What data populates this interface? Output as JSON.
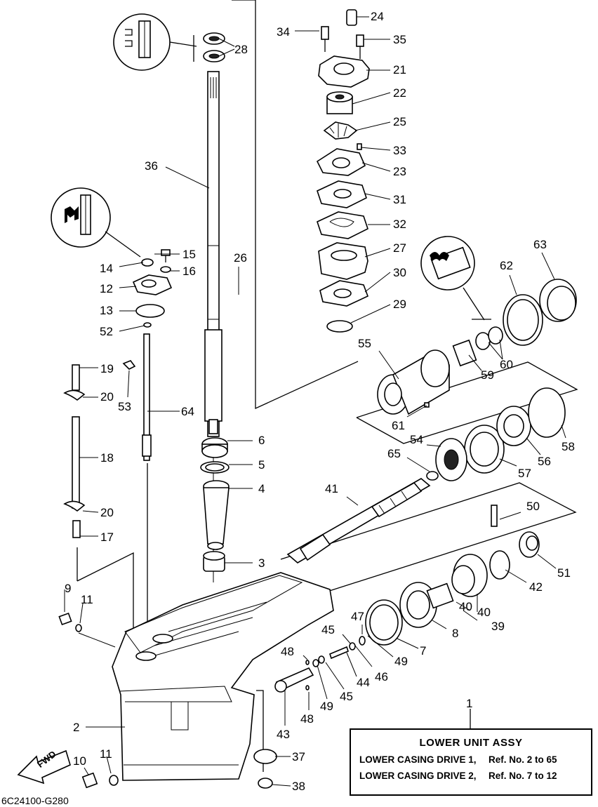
{
  "title_block": {
    "heading": "LOWER UNIT ASSY",
    "rows": [
      {
        "name": "LOWER CASING DRIVE 1,",
        "ref": "Ref. No. 2 to 65"
      },
      {
        "name": "LOWER CASING DRIVE 2,",
        "ref": "Ref. No. 7 to 12"
      }
    ]
  },
  "drawing_code": "6C24100-G280",
  "direction_label": "FWD",
  "callouts": [
    "1",
    "2",
    "3",
    "4",
    "5",
    "6",
    "7",
    "8",
    "9",
    "10",
    "11",
    "11",
    "12",
    "13",
    "14",
    "15",
    "16",
    "17",
    "18",
    "19",
    "20",
    "20",
    "21",
    "22",
    "23",
    "24",
    "25",
    "26",
    "27",
    "28",
    "29",
    "30",
    "31",
    "32",
    "33",
    "34",
    "35",
    "36",
    "37",
    "38",
    "39",
    "40",
    "40",
    "41",
    "42",
    "43",
    "44",
    "45",
    "45",
    "46",
    "47",
    "48",
    "48",
    "49",
    "49",
    "50",
    "51",
    "52",
    "53",
    "54",
    "55",
    "56",
    "57",
    "58",
    "59",
    "60",
    "61",
    "62",
    "63",
    "64",
    "65"
  ],
  "icons": [
    "grease-icon",
    "oil-seal-icon",
    "loctite-icon"
  ]
}
